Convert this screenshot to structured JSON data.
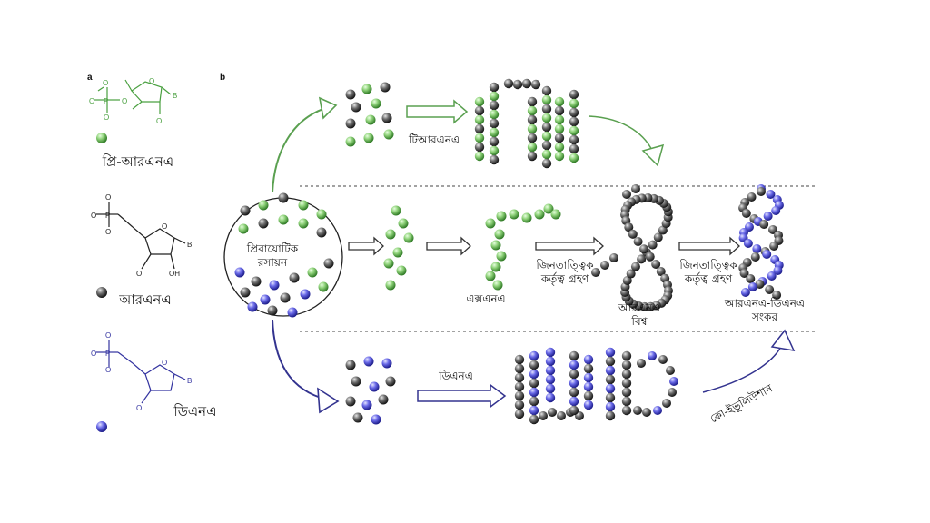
{
  "panels": {
    "a": "a",
    "b": "b"
  },
  "legend": {
    "pre_rna": "প্রি-আরএনএ",
    "rna": "আরএনএ",
    "dna": "ডিএনএ"
  },
  "center": {
    "line1": "প্রিবায়োটিক",
    "line2": "রসায়ন"
  },
  "labels": {
    "trna": "টিআরএনএ",
    "xna": "এক্সএনএ",
    "genetic_takeover_1": [
      "জিনতাত্ত্বিক",
      "কর্তৃত্ব গ্রহণ"
    ],
    "rna_world": [
      "আরএনএ",
      "বিশ্ব"
    ],
    "genetic_takeover_2": [
      "জিনতাত্ত্বিক",
      "কর্তৃত্ব গ্রহণ"
    ],
    "hybrid": [
      "আরএনএ-ডিএনএ",
      "সংকর"
    ],
    "dna_path": "ডিএনএ",
    "coevolution": "কো-ইভুলিউশান"
  },
  "colors": {
    "green": "#8fd27a",
    "black": "#3c3c3c",
    "blue": "#5a5ae6",
    "green_line": "#5aa050",
    "blue_line": "#33338f"
  }
}
